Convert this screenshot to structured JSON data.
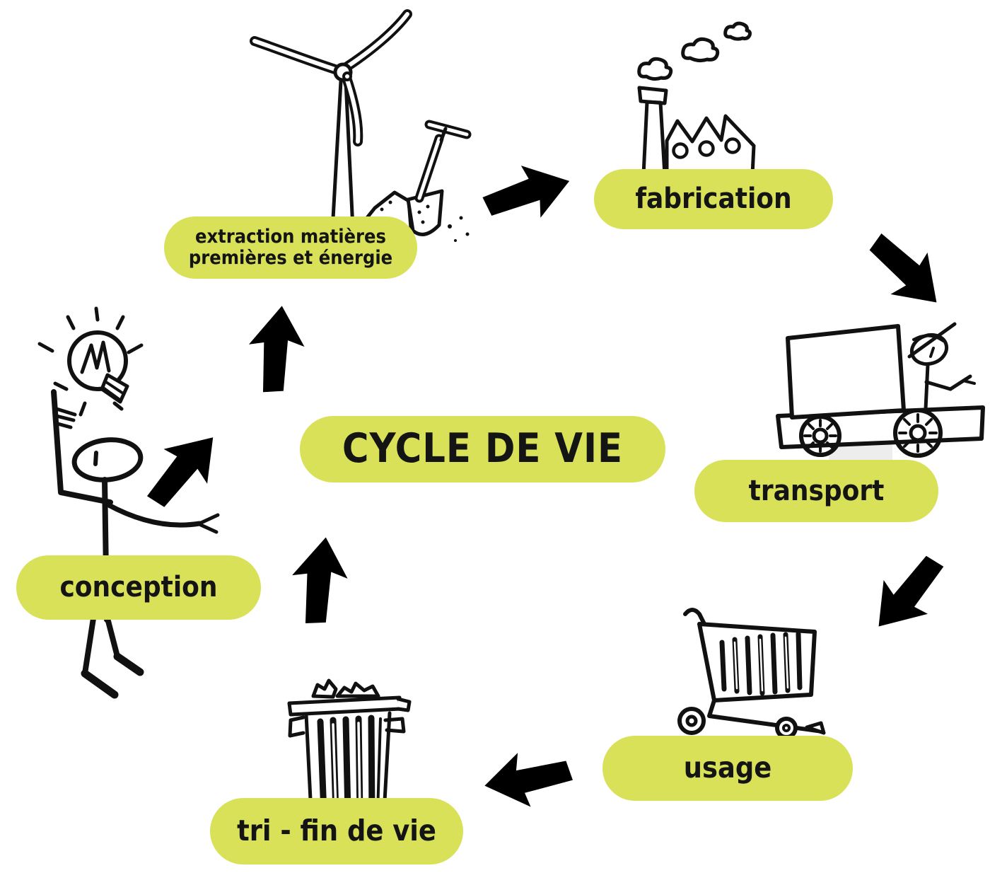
{
  "diagram": {
    "title": "CYCLE DE VIE",
    "stages": [
      {
        "id": "conception",
        "label": "conception"
      },
      {
        "id": "extraction",
        "label": "extraction matières premières et énergie",
        "line1": "extraction matières",
        "line2": "premières et énergie"
      },
      {
        "id": "fabrication",
        "label": "fabrication"
      },
      {
        "id": "transport",
        "label": "transport"
      },
      {
        "id": "usage",
        "label": "usage"
      },
      {
        "id": "tri",
        "label": "tri - fin de vie"
      }
    ],
    "arrows": [
      {
        "from": "conception",
        "to": "extraction",
        "direction": "up-right"
      },
      {
        "from": "tri",
        "to": "extraction",
        "direction": "up"
      },
      {
        "from": "extraction",
        "to": "fabrication",
        "direction": "right"
      },
      {
        "from": "fabrication",
        "to": "transport",
        "direction": "down-right"
      },
      {
        "from": "transport",
        "to": "usage",
        "direction": "down-left"
      },
      {
        "from": "usage",
        "to": "tri",
        "direction": "left"
      },
      {
        "from": "tri",
        "to": "cycle",
        "direction": "up"
      }
    ],
    "icons": [
      {
        "stage": "extraction",
        "name": "wind-turbine-and-shovel"
      },
      {
        "stage": "fabrication",
        "name": "factory-with-smoke"
      },
      {
        "stage": "transport",
        "name": "delivery-truck-with-driver"
      },
      {
        "stage": "usage",
        "name": "shopping-cart"
      },
      {
        "stage": "tri",
        "name": "trash-bin-full"
      },
      {
        "stage": "conception",
        "name": "person-with-idea-bulb"
      }
    ],
    "colors": {
      "pill": "#d8e157",
      "arrow": "#999999",
      "ink": "#141414",
      "background": "#ffffff"
    }
  }
}
